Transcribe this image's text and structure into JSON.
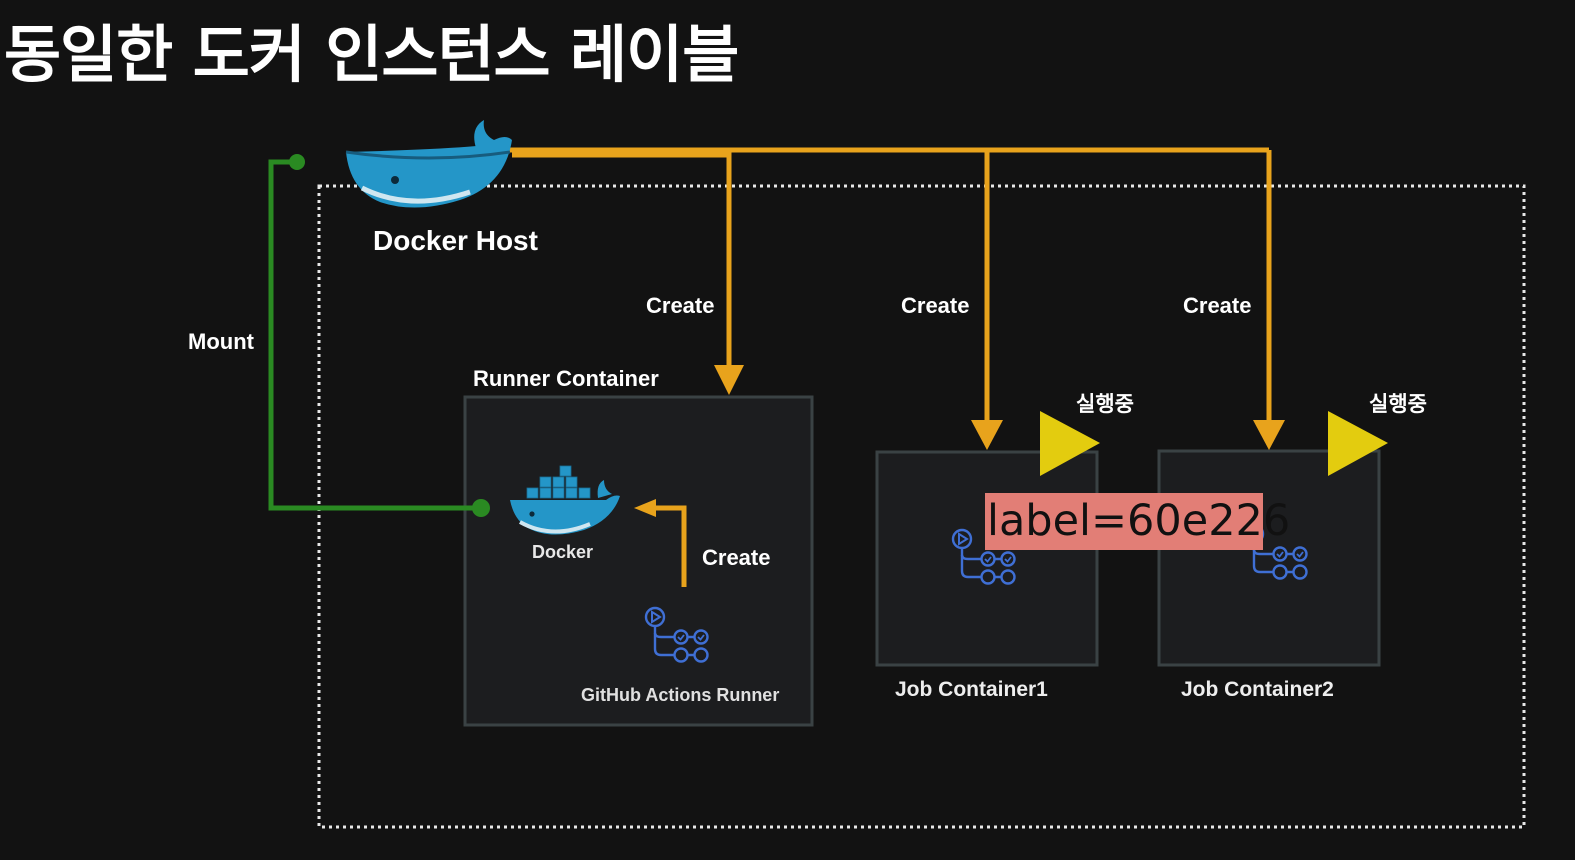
{
  "title": "동일한 도커 인스턴스 레이블",
  "docker_host_label": "Docker Host",
  "mount_label": "Mount",
  "create_label": "Create",
  "runner_container_label": "Runner Container",
  "docker_label": "Docker",
  "runner_label": "GitHub Actions Runner",
  "job_containers": [
    {
      "name": "Job Container1",
      "status": "실행중"
    },
    {
      "name": "Job Container2",
      "status": "실행중"
    }
  ],
  "overlay_label": "label=60e226",
  "colors": {
    "background": "#121212",
    "arrow": "#e8a31c",
    "mount_line": "#2a8a22",
    "play_triangle": "#e3cc0f",
    "label_tag": "#e27e76",
    "docker_blue": "#2496c8",
    "actions_icon": "#3f6fd4"
  },
  "icons": [
    "docker-whale-icon",
    "github-actions-icon",
    "play-icon"
  ]
}
